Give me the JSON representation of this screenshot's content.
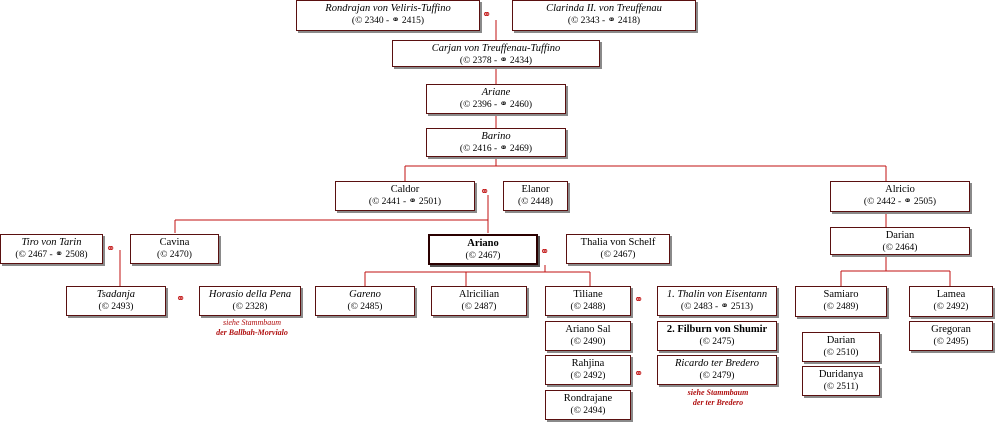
{
  "persons": {
    "rondrajan": {
      "name": "Rondrajan von Veliris-Tuffino",
      "dates": "(© 2340 - ⚭ 2415)"
    },
    "clarinda": {
      "name": "Clarinda II. von Treuffenau",
      "dates": "(© 2343 - ⚭ 2418)"
    },
    "carjan": {
      "name": "Carjan von Treuffenau-Tuffino",
      "dates": "(© 2378 - ⚭ 2434)"
    },
    "ariane": {
      "name": "Ariane",
      "dates": "(© 2396 - ⚭ 2460)"
    },
    "barino": {
      "name": "Barino",
      "dates": "(© 2416 - ⚭ 2469)"
    },
    "caldor": {
      "name": "Caldor",
      "dates": "(© 2441 - ⚭ 2501)"
    },
    "elanor": {
      "name": "Elanor",
      "dates": "(© 2448)"
    },
    "alricio": {
      "name": "Alricio",
      "dates": "(© 2442 - ⚭ 2505)"
    },
    "tiro": {
      "name": "Tiro von Tarin",
      "dates": "(© 2467 - ⚭ 2508)"
    },
    "cavina": {
      "name": "Cavina",
      "dates": "(© 2470)"
    },
    "ariano": {
      "name": "Ariano",
      "dates": "(© 2467)"
    },
    "thalia": {
      "name": "Thalia von Schelf",
      "dates": "(© 2467)"
    },
    "darian1": {
      "name": "Darian",
      "dates": "(© 2464)"
    },
    "tsadanja": {
      "name": "Tsadanja",
      "dates": "(© 2493)"
    },
    "horasio": {
      "name": "Horasio della Pena",
      "dates": "(© 2328)"
    },
    "gareno": {
      "name": "Gareno",
      "dates": "(© 2485)"
    },
    "alricilian": {
      "name": "Alricilian",
      "dates": "(© 2487)"
    },
    "tiliane": {
      "name": "Tiliane",
      "dates": "(© 2488)"
    },
    "thalin": {
      "name": "1. Thalin von Eisentann",
      "dates": "(© 2483 - ⚭ 2513)"
    },
    "samiaro": {
      "name": "Samiaro",
      "dates": "(© 2489)"
    },
    "lamea": {
      "name": "Lamea",
      "dates": "(© 2492)"
    },
    "arianosal": {
      "name": "Ariano Sal",
      "dates": "(© 2490)"
    },
    "filburn": {
      "name": "2. Filburn von Shumir",
      "dates": "(© 2475)"
    },
    "darian2": {
      "name": "Darian",
      "dates": "(© 2510)"
    },
    "gregoran": {
      "name": "Gregoran",
      "dates": "(© 2495)"
    },
    "rahjina": {
      "name": "Rahjina",
      "dates": "(© 2492)"
    },
    "ricardo": {
      "name": "Ricardo ter Bredero",
      "dates": "(© 2479)"
    },
    "duridanya": {
      "name": "Duridanya",
      "dates": "(© 2511)"
    },
    "rondrajane": {
      "name": "Rondrajane",
      "dates": "(© 2494)"
    }
  },
  "notes": {
    "horasio_note": {
      "l1": "siehe Stammbaum",
      "l2": "der Ballbah-Morvialo"
    },
    "ricardo_note": {
      "l1": "siehe Stammbaum",
      "l2": "der ter Bredero"
    }
  },
  "marriage_symbol": "⚭",
  "colors": {
    "line": "#c01010",
    "border": "#5a1010",
    "shadow": "#8a8a8a",
    "note": "#b01010"
  }
}
